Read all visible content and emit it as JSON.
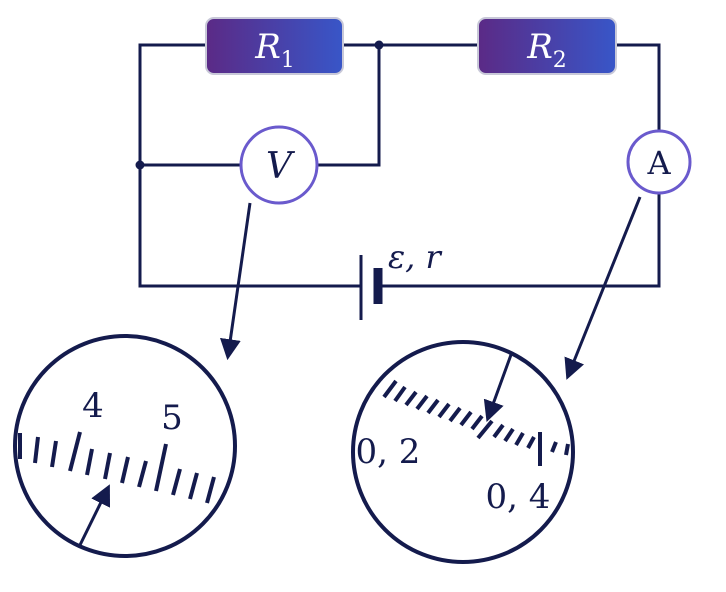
{
  "circuit": {
    "resistor1": {
      "symbol": "R",
      "subscript": "1"
    },
    "resistor2": {
      "symbol": "R",
      "subscript": "2"
    },
    "voltmeter": {
      "symbol": "V"
    },
    "ammeter": {
      "symbol": "A"
    },
    "source": {
      "label": "ε, r"
    }
  },
  "voltmeter_dial": {
    "labels": [
      "4",
      "5"
    ]
  },
  "ammeter_dial": {
    "labels": [
      "0, 2",
      "0, 4"
    ]
  },
  "colors": {
    "line": "#141b4d",
    "resistor_left": "#5b2a86",
    "resistor_right": "#3856c8",
    "meter_ring": "#6a5acd"
  }
}
